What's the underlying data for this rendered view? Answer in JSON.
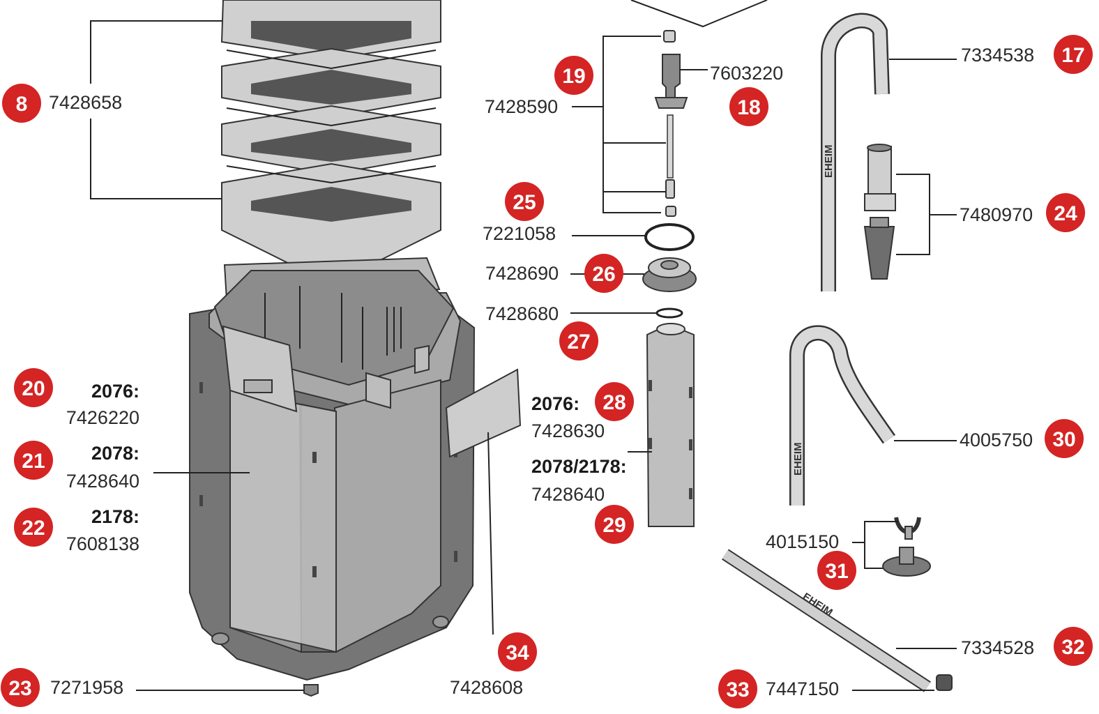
{
  "colors": {
    "badge": "#d42424",
    "part_light": "#e4e4e4",
    "part_mid": "#b9b9b9",
    "part_dark": "#7d7d7d",
    "line": "#222222"
  },
  "brand_text": "EHEIM",
  "labels": {
    "p8": {
      "badge": "8",
      "code": "7428658"
    },
    "p17": {
      "badge": "17",
      "code": "7334538"
    },
    "p18": {
      "badge": "18",
      "code": "7603220"
    },
    "p19": {
      "badge": "19",
      "code": "7428590"
    },
    "p20": {
      "badge": "20",
      "model": "2076:",
      "code": "7426220"
    },
    "p21": {
      "badge": "21",
      "model": "2078:",
      "code": "7428640"
    },
    "p22": {
      "badge": "22",
      "model": "2178:",
      "code": "7608138"
    },
    "p23": {
      "badge": "23",
      "code": "7271958"
    },
    "p24": {
      "badge": "24",
      "code": "7480970"
    },
    "p25": {
      "badge": "25",
      "code": "7221058"
    },
    "p26": {
      "badge": "26",
      "code": "7428690"
    },
    "p27": {
      "badge": "27",
      "code": "7428680"
    },
    "p28": {
      "badge": "28",
      "model": "2076:",
      "code": "7428630"
    },
    "p29": {
      "badge": "29",
      "model": "2078/2178:",
      "code": "7428640"
    },
    "p30": {
      "badge": "30",
      "code": "4005750"
    },
    "p31": {
      "badge": "31",
      "code": "4015150"
    },
    "p32": {
      "badge": "32",
      "code": "7334528"
    },
    "p33": {
      "badge": "33",
      "code": "7447150"
    },
    "p34": {
      "badge": "34",
      "code": "7428608"
    }
  }
}
